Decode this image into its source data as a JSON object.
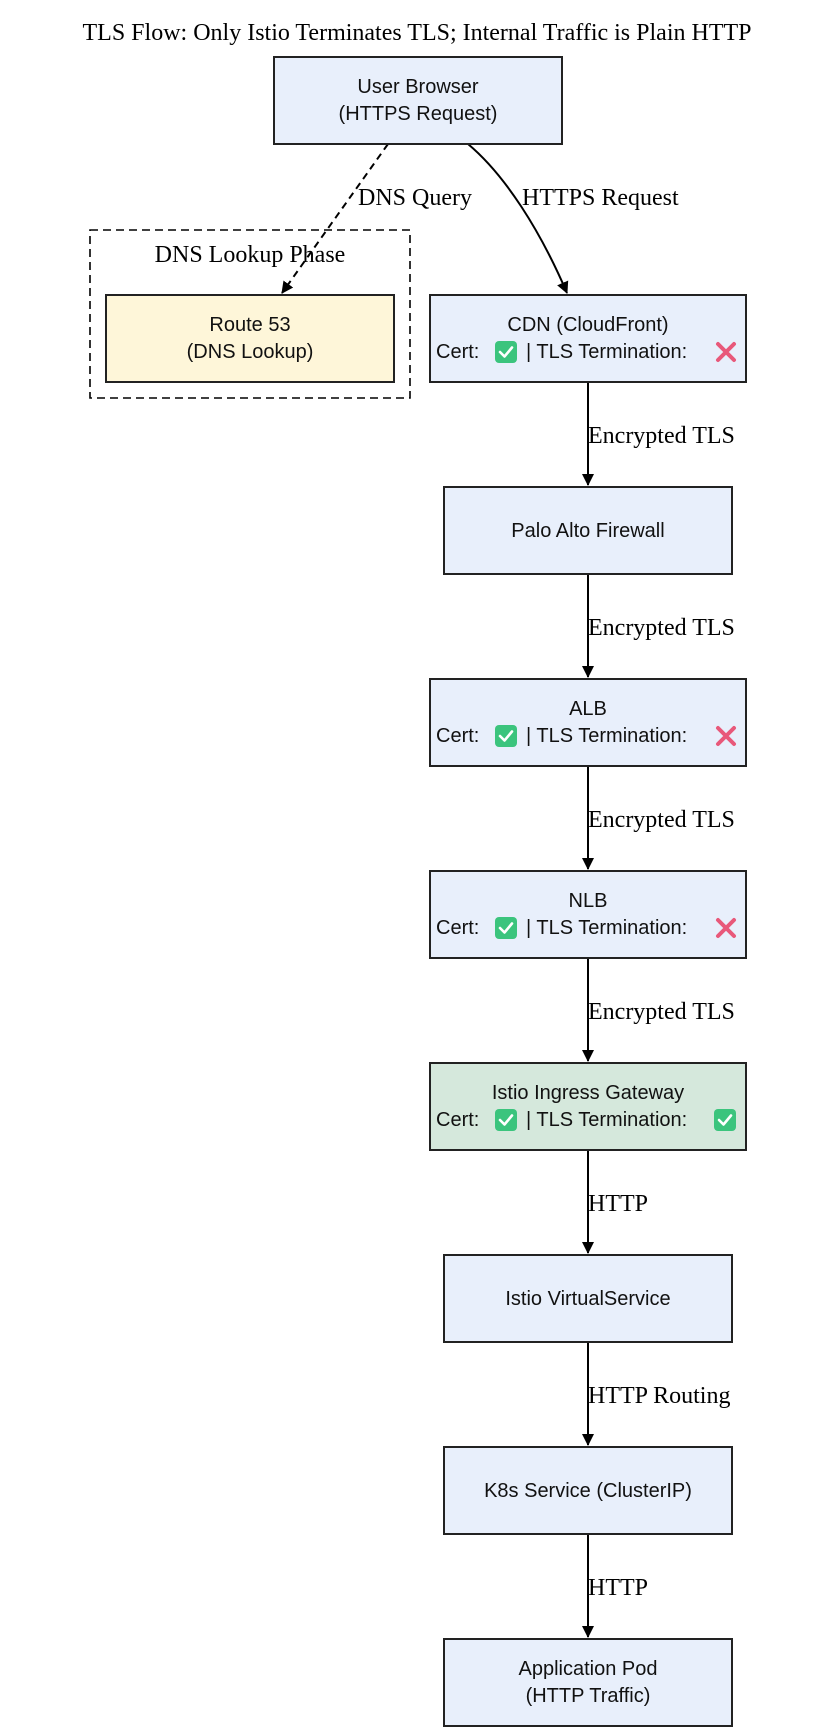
{
  "title": "TLS Flow: Only Istio Terminates TLS; Internal Traffic is Plain HTTP",
  "colors": {
    "default_fill": "#e8effb",
    "dns_fill": "#fef6d9",
    "istio_fill": "#d5e8dc",
    "check_green": "#3bc47d",
    "cross_pink": "#e8587a"
  },
  "cluster": {
    "label": "DNS Lookup Phase"
  },
  "nodes": {
    "user_browser": {
      "lines": [
        "User Browser",
        "(HTTPS Request)"
      ]
    },
    "route53": {
      "lines": [
        "Route 53",
        "(DNS Lookup)"
      ]
    },
    "cdn": {
      "line1": "CDN (CloudFront)",
      "cert_label": "Cert:",
      "term_label": "| TLS Termination:",
      "cert": "check",
      "term": "cross"
    },
    "firewall": {
      "lines": [
        "Palo Alto Firewall"
      ]
    },
    "alb": {
      "line1": "ALB",
      "cert_label": "Cert:",
      "term_label": "| TLS Termination:",
      "cert": "check",
      "term": "cross"
    },
    "nlb": {
      "line1": "NLB",
      "cert_label": "Cert:",
      "term_label": "| TLS Termination:",
      "cert": "check",
      "term": "cross"
    },
    "istio_gateway": {
      "line1": "Istio Ingress Gateway",
      "cert_label": "Cert:",
      "term_label": "| TLS Termination:",
      "cert": "check",
      "term": "check"
    },
    "virtualservice": {
      "lines": [
        "Istio VirtualService"
      ]
    },
    "k8s_service": {
      "lines": [
        "K8s Service (ClusterIP)"
      ]
    },
    "app_pod": {
      "lines": [
        "Application Pod",
        "(HTTP Traffic)"
      ]
    }
  },
  "edges": {
    "dns_query": "DNS Query",
    "https_request": "HTTPS Request",
    "cdn_to_fw": "Encrypted TLS",
    "fw_to_alb": "Encrypted TLS",
    "alb_to_nlb": "Encrypted TLS",
    "nlb_to_istio": "Encrypted TLS",
    "istio_to_vs": "HTTP",
    "vs_to_k8s": "HTTP Routing",
    "k8s_to_pod": "HTTP"
  }
}
